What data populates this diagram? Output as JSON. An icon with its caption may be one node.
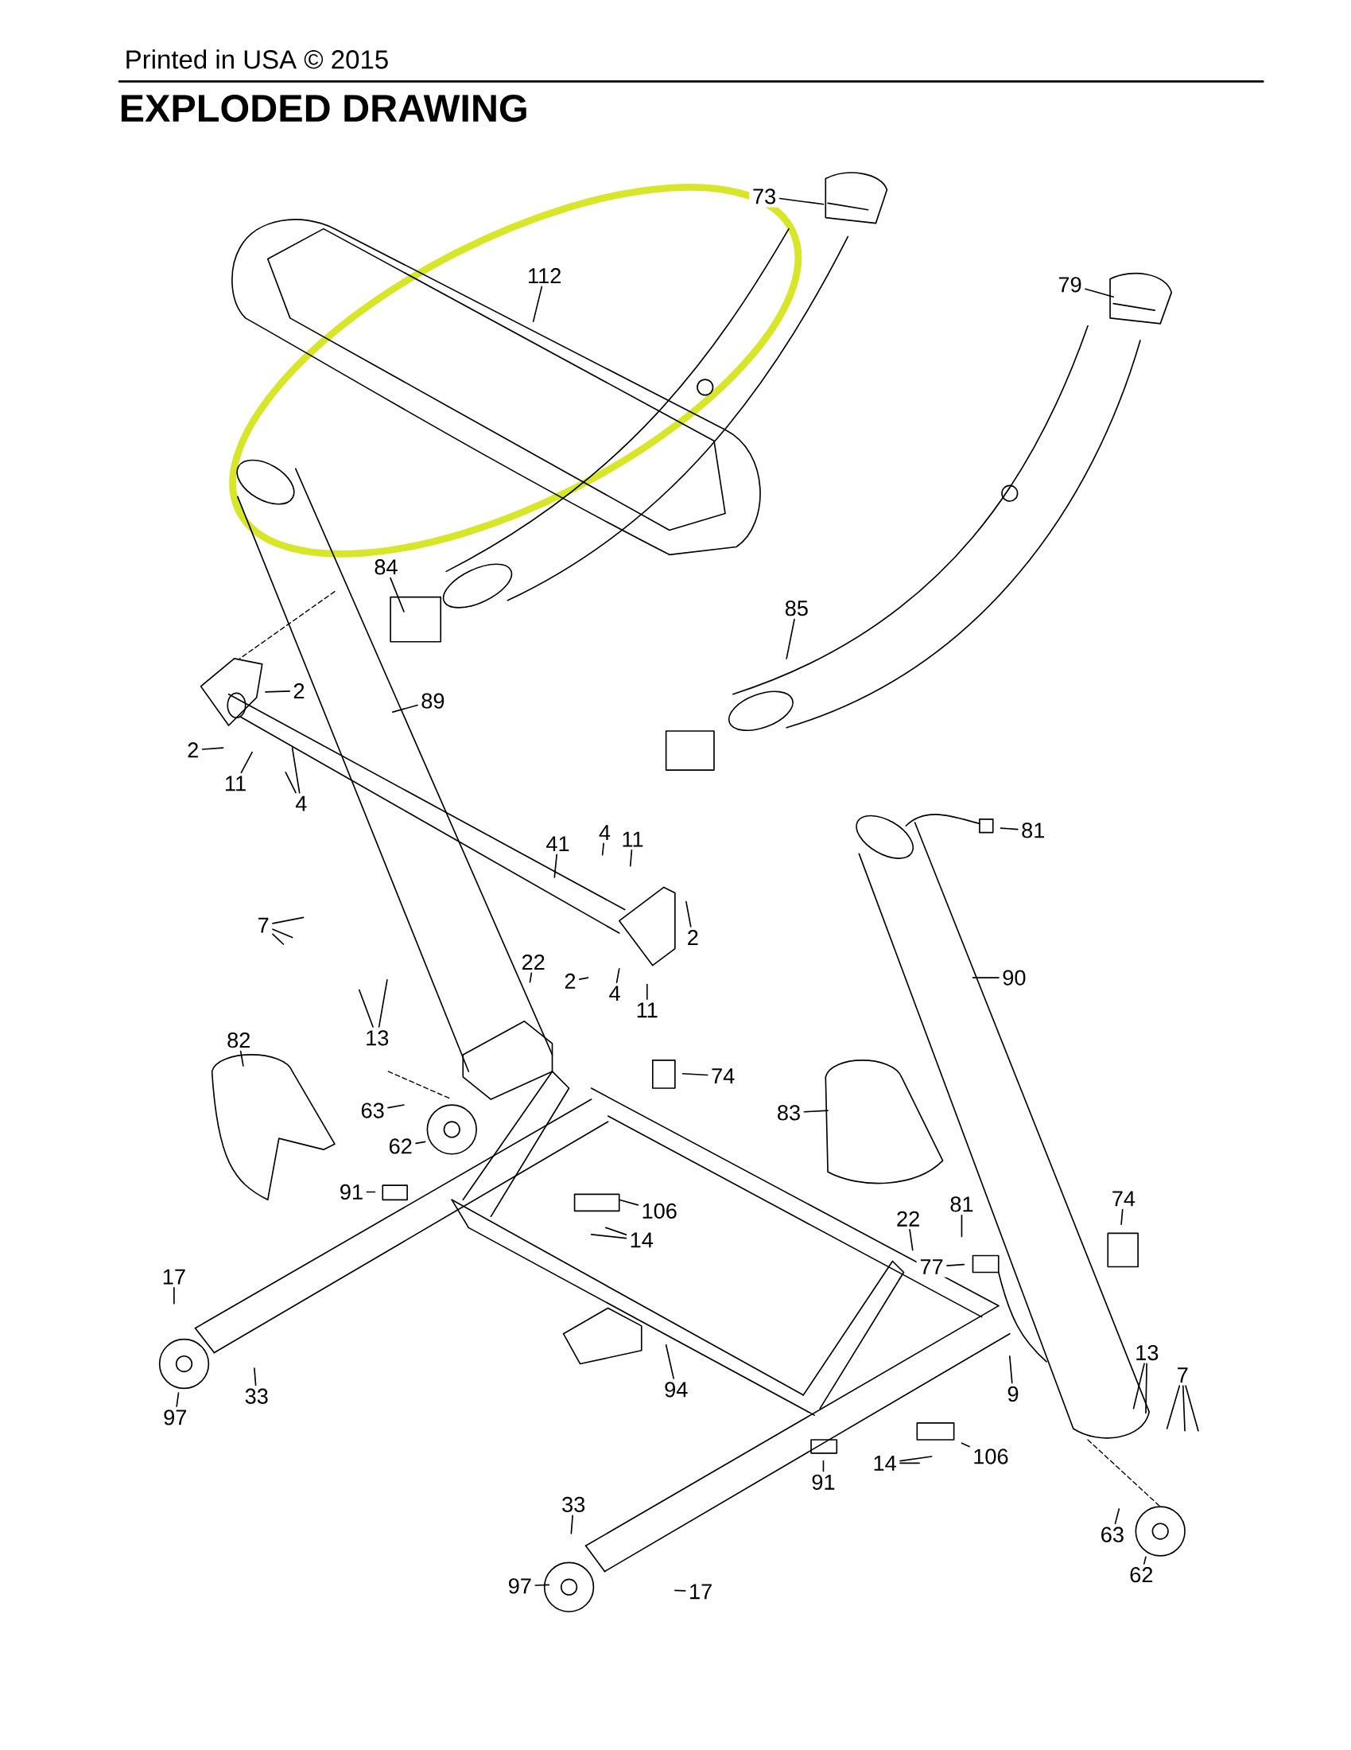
{
  "diagram": {
    "title": "EXPLODED DRAWING",
    "nodes": [
      {
        "text": [
          "73"
        ]
      },
      {
        "text": [
          "112"
        ]
      },
      {
        "text": [
          "79"
        ]
      },
      {
        "text": [
          "84"
        ]
      },
      {
        "text": [
          "85"
        ]
      },
      {
        "text": [
          "2"
        ]
      },
      {
        "text": [
          "89"
        ]
      },
      {
        "text": [
          "2"
        ]
      },
      {
        "text": [
          "11"
        ]
      },
      {
        "text": [
          "4"
        ]
      },
      {
        "text": [
          "4"
        ]
      },
      {
        "text": [
          "11"
        ]
      },
      {
        "text": [
          "41"
        ]
      },
      {
        "text": [
          "81"
        ]
      },
      {
        "text": [
          "7"
        ]
      },
      {
        "text": [
          "2"
        ]
      },
      {
        "text": [
          "22"
        ]
      },
      {
        "text": [
          "90"
        ]
      },
      {
        "text": [
          "2"
        ]
      },
      {
        "text": [
          "4"
        ]
      },
      {
        "text": [
          "11"
        ]
      },
      {
        "text": [
          "13"
        ]
      },
      {
        "text": [
          "82"
        ]
      },
      {
        "text": [
          "74"
        ]
      },
      {
        "text": [
          "63"
        ]
      },
      {
        "text": [
          "83"
        ]
      },
      {
        "text": [
          "62"
        ]
      },
      {
        "text": [
          "91"
        ]
      },
      {
        "text": [
          "81"
        ]
      },
      {
        "text": [
          "106"
        ]
      },
      {
        "text": [
          "74"
        ]
      },
      {
        "text": [
          "22"
        ]
      },
      {
        "text": [
          "14"
        ]
      },
      {
        "text": [
          "77"
        ]
      },
      {
        "text": [
          "17"
        ]
      },
      {
        "text": [
          "13"
        ]
      },
      {
        "text": [
          "7"
        ]
      },
      {
        "text": [
          "94"
        ]
      },
      {
        "text": [
          "9"
        ]
      },
      {
        "text": [
          "33"
        ]
      },
      {
        "text": [
          "97"
        ]
      },
      {
        "text": [
          "106"
        ]
      },
      {
        "text": [
          "14"
        ]
      },
      {
        "text": [
          "91"
        ]
      },
      {
        "text": [
          "33"
        ]
      },
      {
        "text": [
          "63"
        ]
      },
      {
        "text": [
          "62"
        ]
      },
      {
        "text": [
          "97"
        ]
      },
      {
        "text": [
          "17"
        ]
      }
    ],
    "edges": [
      {
        "from": 0,
        "to": null,
        "arrow": "none"
      },
      {
        "from": 1,
        "to": null,
        "arrow": "none"
      },
      {
        "from": 2,
        "to": null,
        "arrow": "none"
      },
      {
        "from": 3,
        "to": null,
        "arrow": "none"
      },
      {
        "from": 4,
        "to": null,
        "arrow": "none"
      },
      {
        "from": 5,
        "to": null,
        "arrow": "none"
      },
      {
        "from": 6,
        "to": null,
        "arrow": "none"
      },
      {
        "from": 7,
        "to": null,
        "arrow": "none"
      },
      {
        "from": 8,
        "to": null,
        "arrow": "none"
      },
      {
        "from": 9,
        "to": null,
        "arrow": "none"
      },
      {
        "from": 9,
        "to": null,
        "arrow": "none"
      },
      {
        "from": 10,
        "to": null,
        "arrow": "none"
      },
      {
        "from": 11,
        "to": null,
        "arrow": "none"
      },
      {
        "from": 12,
        "to": null,
        "arrow": "none"
      },
      {
        "from": 13,
        "to": null,
        "arrow": "none"
      },
      {
        "from": 14,
        "to": null,
        "arrow": "none"
      },
      {
        "from": 14,
        "to": null,
        "arrow": "none"
      },
      {
        "from": 14,
        "to": null,
        "arrow": "none"
      },
      {
        "from": 15,
        "to": null,
        "arrow": "none"
      },
      {
        "from": 16,
        "to": null,
        "arrow": "none"
      },
      {
        "from": 17,
        "to": null,
        "arrow": "none"
      },
      {
        "from": 18,
        "to": null,
        "arrow": "none"
      },
      {
        "from": 19,
        "to": null,
        "arrow": "none"
      },
      {
        "from": 20,
        "to": null,
        "arrow": "none"
      },
      {
        "from": 21,
        "to": null,
        "arrow": "none"
      },
      {
        "from": 21,
        "to": null,
        "arrow": "none"
      },
      {
        "from": 22,
        "to": null,
        "arrow": "none"
      },
      {
        "from": 23,
        "to": null,
        "arrow": "none"
      },
      {
        "from": 24,
        "to": null,
        "arrow": "none"
      },
      {
        "from": 25,
        "to": null,
        "arrow": "none"
      },
      {
        "from": 26,
        "to": null,
        "arrow": "none"
      },
      {
        "from": 27,
        "to": null,
        "arrow": "none"
      },
      {
        "from": 28,
        "to": null,
        "arrow": "none"
      },
      {
        "from": 29,
        "to": null,
        "arrow": "none"
      },
      {
        "from": 30,
        "to": null,
        "arrow": "none"
      },
      {
        "from": 31,
        "to": null,
        "arrow": "none"
      },
      {
        "from": 32,
        "to": null,
        "arrow": "none"
      },
      {
        "from": 32,
        "to": null,
        "arrow": "none"
      },
      {
        "from": 33,
        "to": null,
        "arrow": "none"
      },
      {
        "from": 34,
        "to": null,
        "arrow": "none"
      },
      {
        "from": 35,
        "to": null,
        "arrow": "none"
      },
      {
        "from": 35,
        "to": null,
        "arrow": "none"
      },
      {
        "from": 36,
        "to": null,
        "arrow": "none"
      },
      {
        "from": 36,
        "to": null,
        "arrow": "none"
      },
      {
        "from": 36,
        "to": null,
        "arrow": "none"
      },
      {
        "from": 37,
        "to": null,
        "arrow": "none"
      },
      {
        "from": 38,
        "to": null,
        "arrow": "none"
      },
      {
        "from": 39,
        "to": null,
        "arrow": "none"
      },
      {
        "from": 40,
        "to": null,
        "arrow": "none"
      },
      {
        "from": 41,
        "to": null,
        "arrow": "none"
      },
      {
        "from": 42,
        "to": null,
        "arrow": "none"
      },
      {
        "from": 42,
        "to": null,
        "arrow": "none"
      },
      {
        "from": 43,
        "to": null,
        "arrow": "none"
      },
      {
        "from": 44,
        "to": null,
        "arrow": "none"
      },
      {
        "from": 45,
        "to": null,
        "arrow": "none"
      },
      {
        "from": 46,
        "to": null,
        "arrow": "none"
      },
      {
        "from": 47,
        "to": null,
        "arrow": "none"
      },
      {
        "from": 48,
        "to": null,
        "arrow": "none"
      }
    ],
    "labels": [
      "Printed in USA © 2015"
    ]
  }
}
